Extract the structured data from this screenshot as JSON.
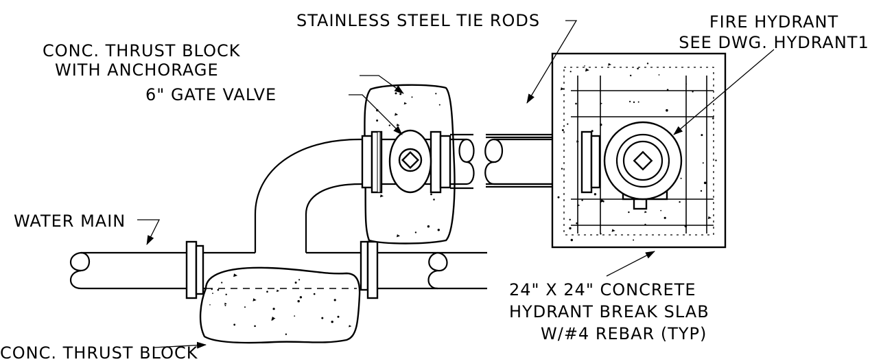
{
  "labels": {
    "tie_rods": "STAINLESS STEEL TIE RODS",
    "fire_hydrant_line1": "FIRE HYDRANT",
    "fire_hydrant_line2": "SEE DWG. HYDRANT1",
    "thrust_block_anchorage_line1": "CONC. THRUST BLOCK",
    "thrust_block_anchorage_line2": "WITH ANCHORAGE",
    "gate_valve": "6\" GATE VALVE",
    "water_main": "WATER MAIN",
    "break_slab_line1": "24\" X 24\" CONCRETE",
    "break_slab_line2": "HYDRANT BREAK SLAB",
    "break_slab_line3": "W/#4 REBAR (TYP)",
    "thrust_block_bottom": "CONC. THRUST BLOCK"
  }
}
